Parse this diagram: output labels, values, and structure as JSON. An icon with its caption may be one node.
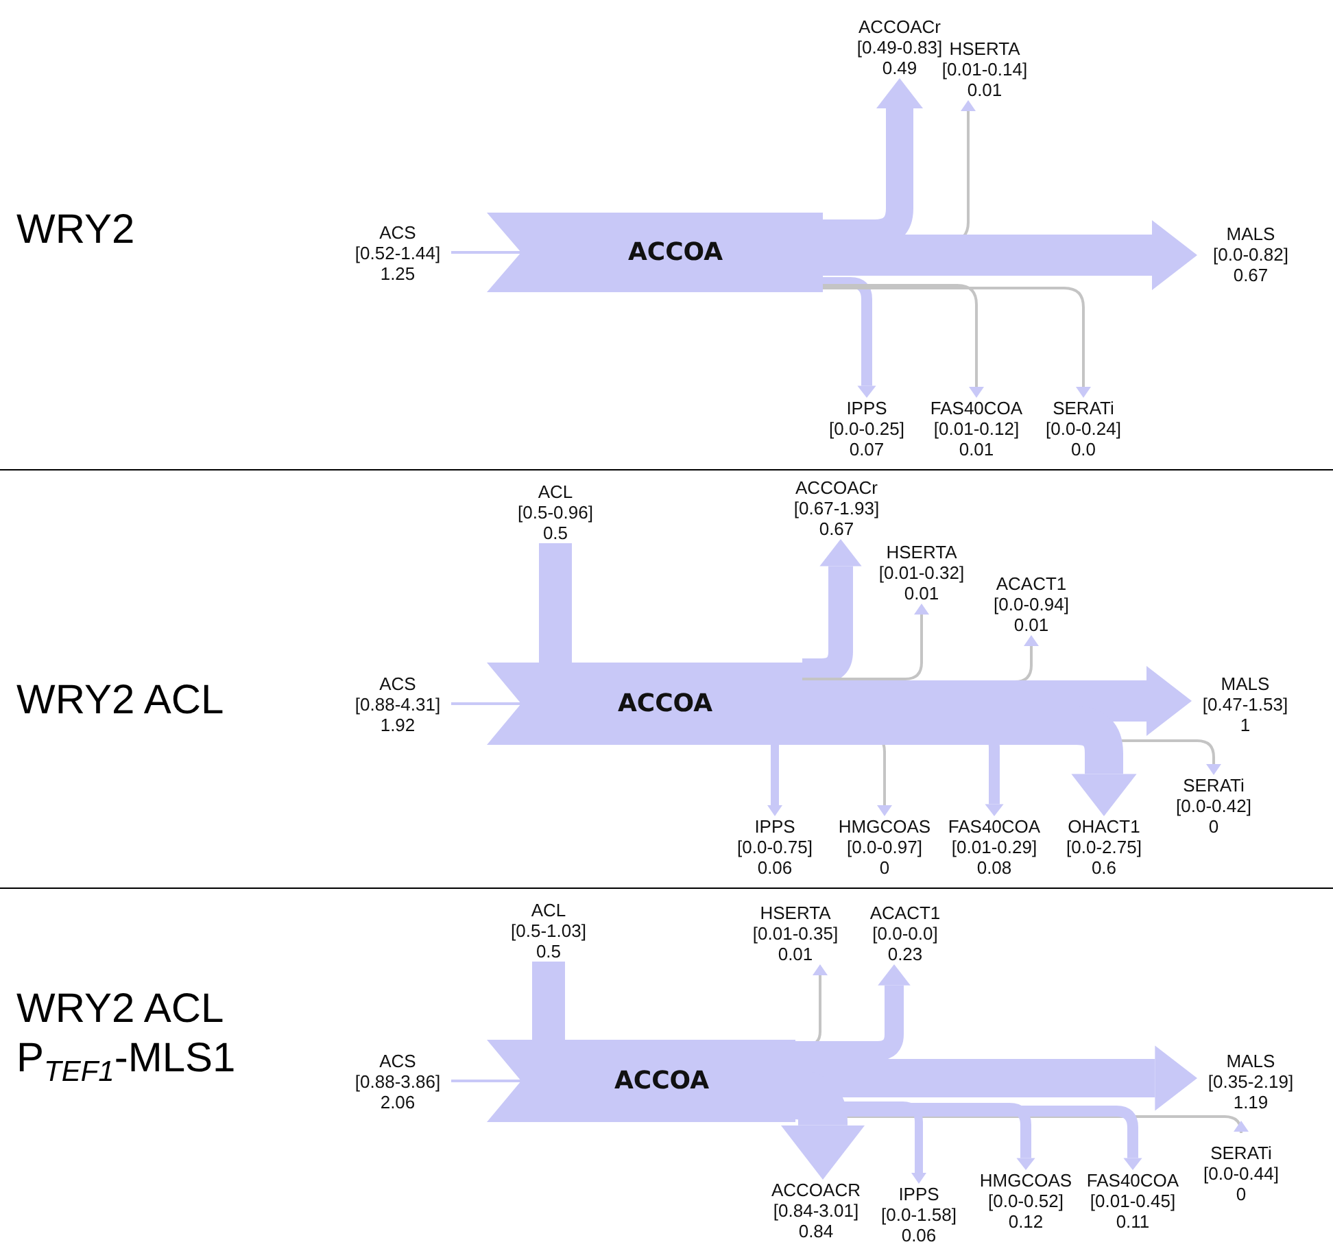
{
  "diagram": {
    "nodes": [
      {
        "text": [
          "WRY2"
        ]
      },
      {
        "text": [
          "ACCOA"
        ],
        "in": 0
      },
      {
        "text": [
          "ACS",
          "[0.52-1.44]",
          "1.25"
        ],
        "in": 0
      },
      {
        "text": [
          "ACCOACr",
          "[0.49-0.83]",
          "0.49"
        ],
        "in": 0
      },
      {
        "text": [
          "HSERTA",
          "[0.01-0.14]",
          "0.01"
        ],
        "in": 0
      },
      {
        "text": [
          "MALS",
          "[0.0-0.82]",
          "0.67"
        ],
        "in": 0
      },
      {
        "text": [
          "IPPS",
          "[0.0-0.25]",
          "0.07"
        ],
        "in": 0
      },
      {
        "text": [
          "FAS40COA",
          "[0.01-0.12]",
          "0.01"
        ],
        "in": 0
      },
      {
        "text": [
          "SERATi",
          "[0.0-0.24]",
          "0.0"
        ],
        "in": 0
      },
      {
        "text": [
          "WRY2 ACL"
        ]
      },
      {
        "text": [
          "ACCOA"
        ],
        "in": 9
      },
      {
        "text": [
          "ACL",
          "[0.5-0.96]",
          "0.5"
        ],
        "in": 9
      },
      {
        "text": [
          "ACS",
          "[0.88-4.31]",
          "1.92"
        ],
        "in": 9
      },
      {
        "text": [
          "ACCOACr",
          "[0.67-1.93]",
          "0.67"
        ],
        "in": 9
      },
      {
        "text": [
          "HSERTA",
          "[0.01-0.32]",
          "0.01"
        ],
        "in": 9
      },
      {
        "text": [
          "ACACT1",
          "[0.0-0.94]",
          "0.01"
        ],
        "in": 9
      },
      {
        "text": [
          "MALS",
          "[0.47-1.53]",
          "1"
        ],
        "in": 9
      },
      {
        "text": [
          "SERATi",
          "[0.0-0.42]",
          "0"
        ],
        "in": 9
      },
      {
        "text": [
          "IPPS",
          "[0.0-0.75]",
          "0.06"
        ],
        "in": 9
      },
      {
        "text": [
          "HMGCOAS",
          "[0.0-0.97]",
          "0"
        ],
        "in": 9
      },
      {
        "text": [
          "FAS40COA",
          "[0.01-0.29]",
          "0.08"
        ],
        "in": 9
      },
      {
        "text": [
          "OHACT1",
          "[0.0-2.75]",
          "0.6"
        ],
        "in": 9
      },
      {
        "text": [
          "WRY2 ACL P$_{TEF1}$-MLS1"
        ]
      },
      {
        "text": [
          "ACCOA"
        ],
        "in": 22
      },
      {
        "text": [
          "ACL",
          "[0.5-1.03]",
          "0.5"
        ],
        "in": 22
      },
      {
        "text": [
          "ACS",
          "[0.88-3.86]",
          "2.06"
        ],
        "in": 22
      },
      {
        "text": [
          "HSERTA",
          "[0.01-0.35]",
          "0.01"
        ],
        "in": 22
      },
      {
        "text": [
          "ACACT1",
          "[0.0-0.0]",
          "0.23"
        ],
        "in": 22
      },
      {
        "text": [
          "MALS",
          "[0.35-2.19]",
          "1.19"
        ],
        "in": 22
      },
      {
        "text": [
          "SERATi",
          "[0.0-0.44]",
          "0"
        ],
        "in": 22
      },
      {
        "text": [
          "ACCOACR",
          "[0.84-3.01]",
          "0.84"
        ],
        "in": 22
      },
      {
        "text": [
          "IPPS",
          "[0.0-1.58]",
          "0.06"
        ],
        "in": 22
      },
      {
        "text": [
          "HMGCOAS",
          "[0.0-0.52]",
          "0.12"
        ],
        "in": 22
      },
      {
        "text": [
          "FAS40COA",
          "[0.01-0.45]",
          "0.11"
        ],
        "in": 22
      }
    ],
    "edges": [
      {
        "from": 2,
        "to": 1,
        "arrow": "none"
      },
      {
        "from": 1,
        "to": 3,
        "arrow": "to",
        "style": "thick"
      },
      {
        "from": 1,
        "to": 4,
        "arrow": "to",
        "color": "#c4c4c4"
      },
      {
        "from": 1,
        "to": 5,
        "arrow": "to",
        "style": "thick"
      },
      {
        "from": 1,
        "to": 6,
        "arrow": "to"
      },
      {
        "from": 1,
        "to": 7,
        "arrow": "to",
        "color": "#c4c4c4"
      },
      {
        "from": 1,
        "to": 8,
        "arrow": "to",
        "color": "#c4c4c4"
      },
      {
        "from": 11,
        "to": 10,
        "arrow": "none",
        "style": "thick"
      },
      {
        "from": 12,
        "to": 10,
        "arrow": "none"
      },
      {
        "from": 10,
        "to": 13,
        "arrow": "to",
        "style": "thick"
      },
      {
        "from": 10,
        "to": 14,
        "arrow": "to",
        "color": "#c4c4c4"
      },
      {
        "from": 10,
        "to": 15,
        "arrow": "to",
        "color": "#c4c4c4"
      },
      {
        "from": 10,
        "to": 16,
        "arrow": "to",
        "style": "thick"
      },
      {
        "from": 10,
        "to": 17,
        "arrow": "to",
        "color": "#c4c4c4"
      },
      {
        "from": 10,
        "to": 18,
        "arrow": "to"
      },
      {
        "from": 10,
        "to": 19,
        "arrow": "to",
        "color": "#c4c4c4"
      },
      {
        "from": 10,
        "to": 20,
        "arrow": "to"
      },
      {
        "from": 10,
        "to": 21,
        "arrow": "to",
        "style": "thick"
      },
      {
        "from": 24,
        "to": 23,
        "arrow": "none",
        "style": "thick"
      },
      {
        "from": 25,
        "to": 23,
        "arrow": "none"
      },
      {
        "from": 23,
        "to": 26,
        "arrow": "to",
        "color": "#c4c4c4"
      },
      {
        "from": 23,
        "to": 27,
        "arrow": "to",
        "style": "thick"
      },
      {
        "from": 23,
        "to": 28,
        "arrow": "to",
        "style": "thick"
      },
      {
        "from": 23,
        "to": 29,
        "arrow": "to",
        "color": "#c4c4c4"
      },
      {
        "from": 23,
        "to": 30,
        "arrow": "to",
        "style": "thick"
      },
      {
        "from": 23,
        "to": 31,
        "arrow": "to"
      },
      {
        "from": 23,
        "to": 32,
        "arrow": "to"
      },
      {
        "from": 23,
        "to": 33,
        "arrow": "to"
      }
    ]
  }
}
